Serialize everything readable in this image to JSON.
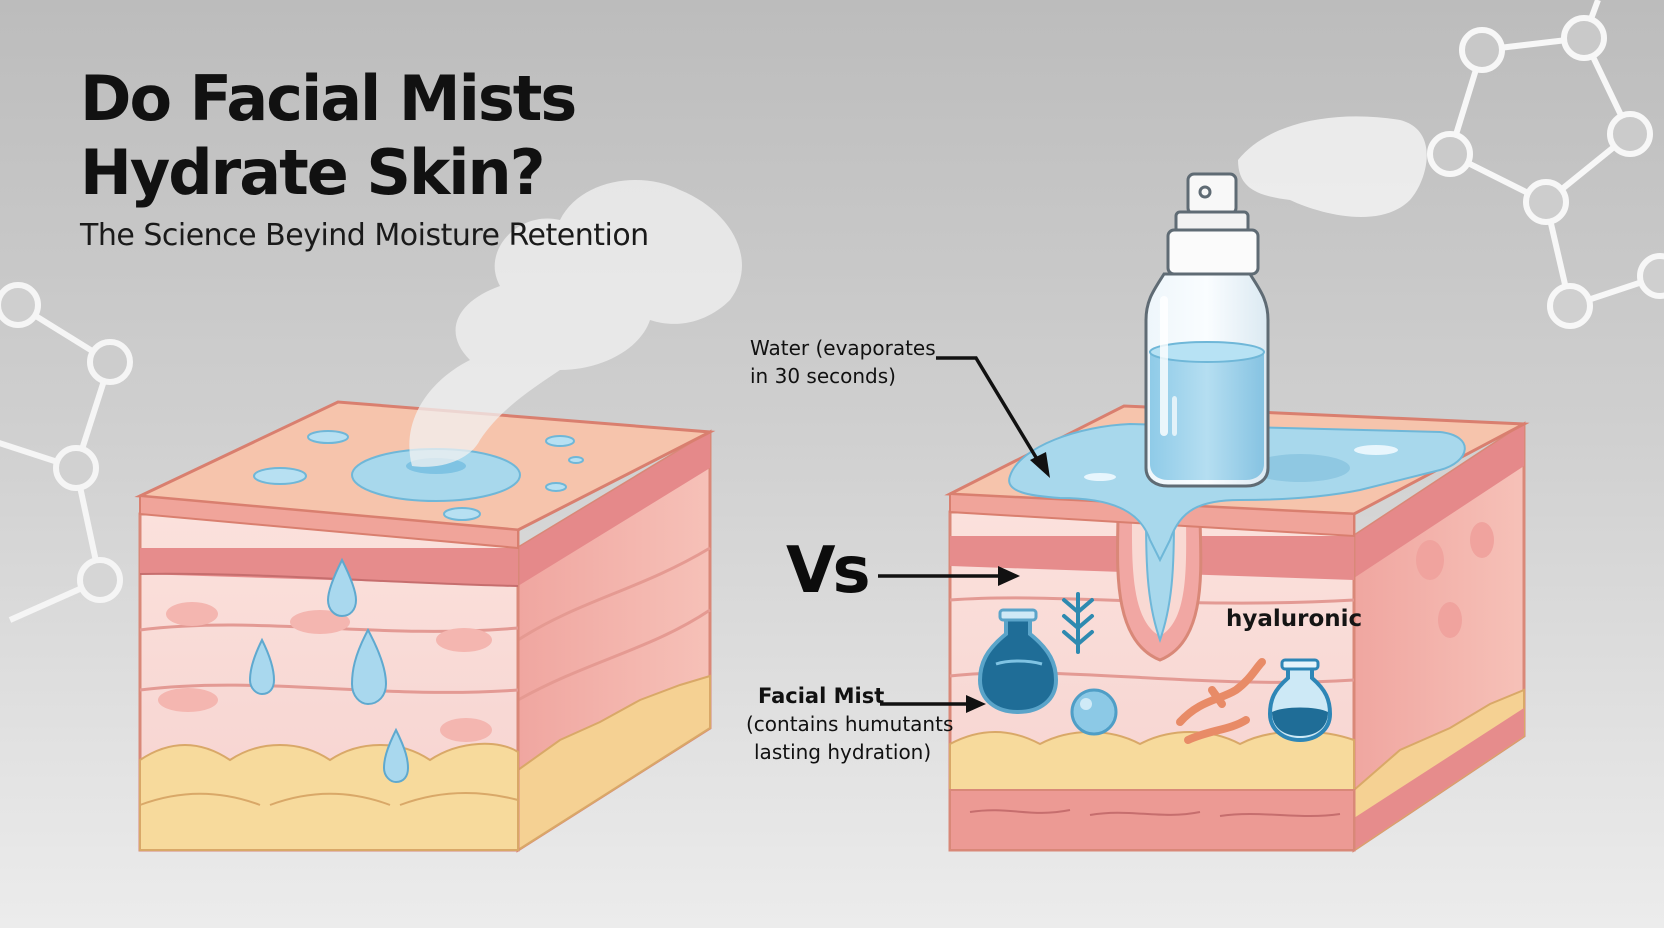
{
  "header": {
    "title_line1": "Do Facial Mists",
    "title_line2": "Hydrate Skin?",
    "subtitle": "The Science Beyind Moisture Retention"
  },
  "labels": {
    "water_line1": "Water (evaporates",
    "water_line2": "in 30 seconds)",
    "vs": "Vs",
    "hyaluronic": "hyaluronic",
    "mist_title": "Facial Mist",
    "mist_line1": "(contains humutants",
    "mist_line2": "lasting hydration)"
  },
  "colors": {
    "skin_top": "#f6c4ac",
    "skin_layer": "#f8d8d8",
    "dermis_band": "#e5898a",
    "fat": "#f7da9c",
    "water": "#a8d8ec",
    "outline": "#d97f6f",
    "deep_blue": "#1f6d97"
  },
  "icons": [
    "molecule-network-icon",
    "spray-bottle-icon",
    "flask-icon",
    "sprout-icon",
    "bubble-icon",
    "fiber-icon",
    "water-drop-icon"
  ]
}
